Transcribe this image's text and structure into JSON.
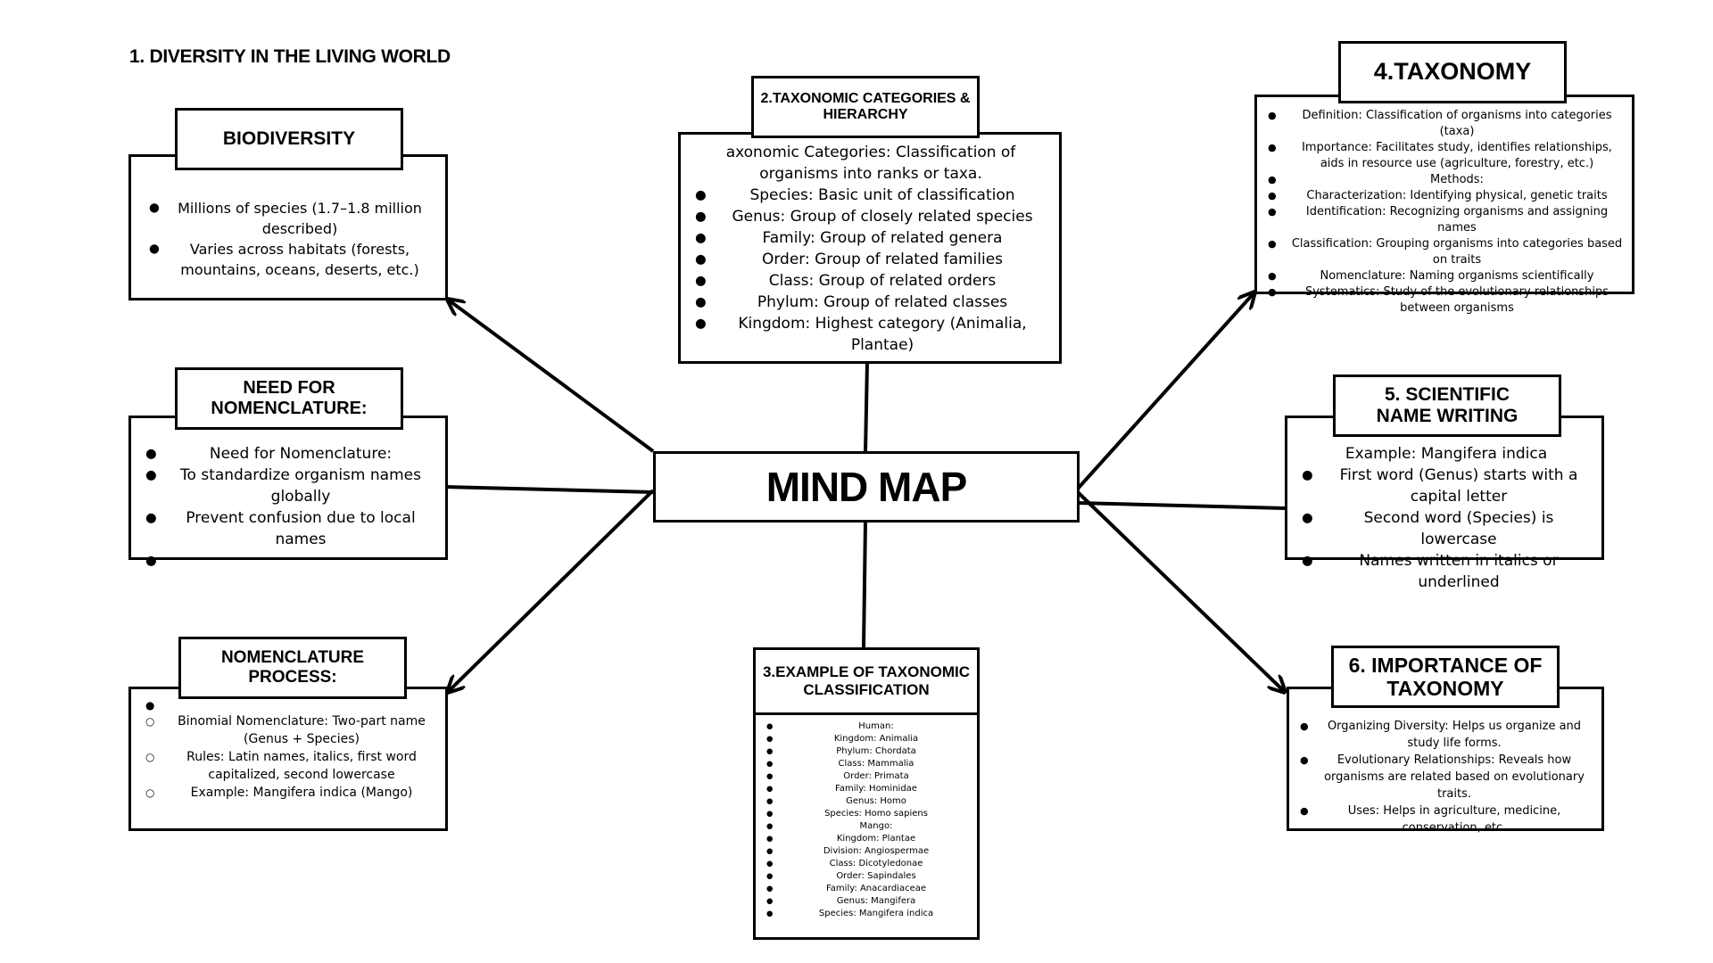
{
  "page_title": "1. DIVERSITY IN THE LIVING WORLD",
  "center": {
    "title": "MIND MAP"
  },
  "biodiversity": {
    "heading": "BIODIVERSITY",
    "items": [
      "Millions of species (1.7–1.8 million described)",
      "Varies across habitats (forests, mountains, oceans, deserts, etc.)"
    ]
  },
  "need_nomenclature": {
    "heading": "NEED FOR NOMENCLATURE:",
    "items": [
      "Need for Nomenclature:",
      "To standardize organism names globally",
      "Prevent confusion due to local names",
      ""
    ]
  },
  "nomenclature_process": {
    "heading": "NOMENCLATURE PROCESS:",
    "items": [
      "",
      "Binomial Nomenclature: Two-part name (Genus + Species)",
      "Rules: Latin names, italics, first word capitalized, second lowercase",
      "Example: Mangifera indica (Mango)"
    ]
  },
  "taxonomic_categories": {
    "heading": "2.TAXONOMIC CATEGORIES & HIERARCHY",
    "intro": "axonomic Categories: Classification of organisms into ranks or taxa.",
    "items": [
      "Species: Basic unit of classification",
      "Genus: Group of closely related species",
      "Family: Group of related genera",
      "Order: Group of related families",
      "Class: Group of related orders",
      "Phylum: Group of related classes",
      "Kingdom: Highest category (Animalia, Plantae)"
    ]
  },
  "example_classification": {
    "heading": "3.EXAMPLE OF TAXONOMIC CLASSIFICATION",
    "items": [
      "Human:",
      "Kingdom: Animalia",
      "Phylum: Chordata",
      "Class: Mammalia",
      "Order: Primata",
      "Family: Hominidae",
      "Genus: Homo",
      "Species: Homo sapiens",
      "Mango:",
      "Kingdom: Plantae",
      "Division: Angiospermae",
      "Class: Dicotyledonae",
      "Order: Sapindales",
      "Family: Anacardiaceae",
      "Genus: Mangifera",
      "Species: Mangifera indica"
    ]
  },
  "taxonomy": {
    "heading": "4.TAXONOMY",
    "items": [
      "Definition: Classification of organisms into categories (taxa)",
      "Importance: Facilitates study, identifies relationships, aids in resource use (agriculture, forestry, etc.)",
      "Methods:",
      "Characterization: Identifying physical, genetic traits",
      "Identification: Recognizing organisms and assigning names",
      "Classification: Grouping organisms into categories based on traits",
      "Nomenclature: Naming organisms scientifically",
      "Systematics: Study of the evolutionary relationships between organisms"
    ]
  },
  "scientific_name": {
    "heading": "5. SCIENTIFIC NAME WRITING",
    "intro": "Example: Mangifera indica",
    "items": [
      "First word (Genus) starts with a capital letter",
      "Second word (Species) is lowercase",
      "Names written in italics or underlined"
    ]
  },
  "importance": {
    "heading": "6. IMPORTANCE OF TAXONOMY",
    "items": [
      "Organizing Diversity: Helps us organize and study life forms.",
      "Evolutionary Relationships: Reveals how organisms are related based on evolutionary traits.",
      "Uses: Helps in agriculture, medicine, conservation, etc."
    ]
  }
}
